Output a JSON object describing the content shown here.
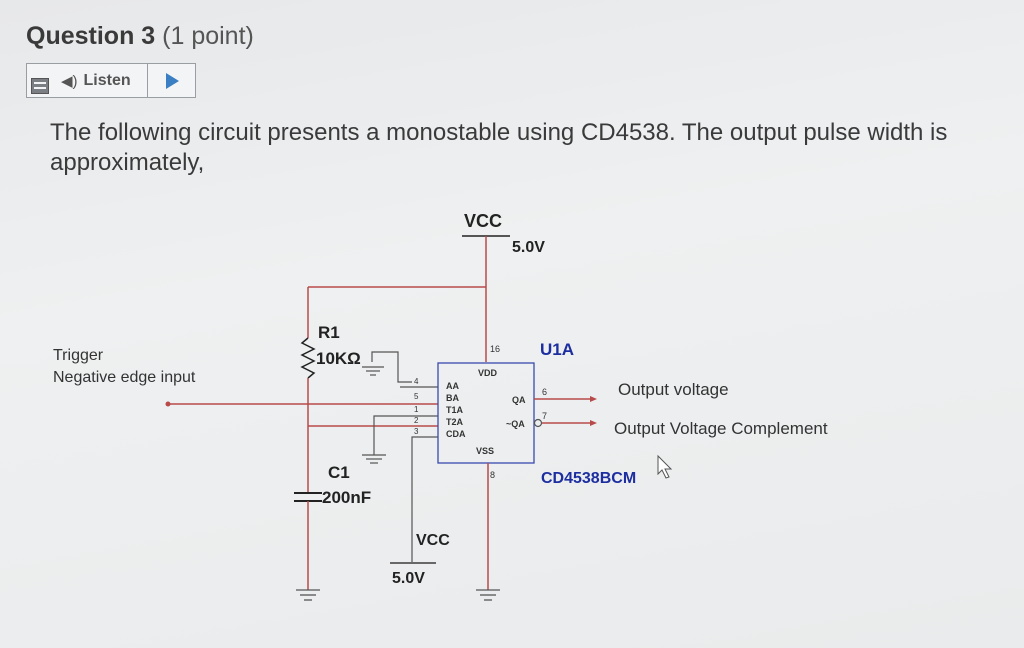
{
  "question": {
    "label": "Question 3",
    "points": "(1 point)",
    "text": "The following circuit presents a monostable using CD4538. The output pulse width is approximately,"
  },
  "listen": {
    "label": "Listen"
  },
  "circuit": {
    "vcc_top_label": "VCC",
    "vcc_top_value": "5.0V",
    "vcc_bottom_label": "VCC",
    "vcc_bottom_value": "5.0V",
    "r1_name": "R1",
    "r1_value": "10KΩ",
    "c1_name": "C1",
    "c1_value": "200nF",
    "ic_name": "U1A",
    "ic_part": "CD4538BCM",
    "trigger_line1": "Trigger",
    "trigger_line2": "Negative edge input",
    "output1": "Output voltage",
    "output2": "Output Voltage Complement",
    "pins": {
      "vdd": "VDD",
      "vss": "VSS",
      "aa": "AA",
      "ba": "BA",
      "t1a": "T1A",
      "t2a": "T2A",
      "cda": "CDA",
      "qa": "QA",
      "nqa": "~QA",
      "p16": "16",
      "p8": "8",
      "p4": "4",
      "p5": "5",
      "p1": "1",
      "p2": "2",
      "p3": "3",
      "p6": "6",
      "p7": "7"
    }
  },
  "colors": {
    "wire_red": "#b94a4a",
    "wire_gray": "#6b6b6b",
    "label_blue": "#1c2ea0"
  }
}
